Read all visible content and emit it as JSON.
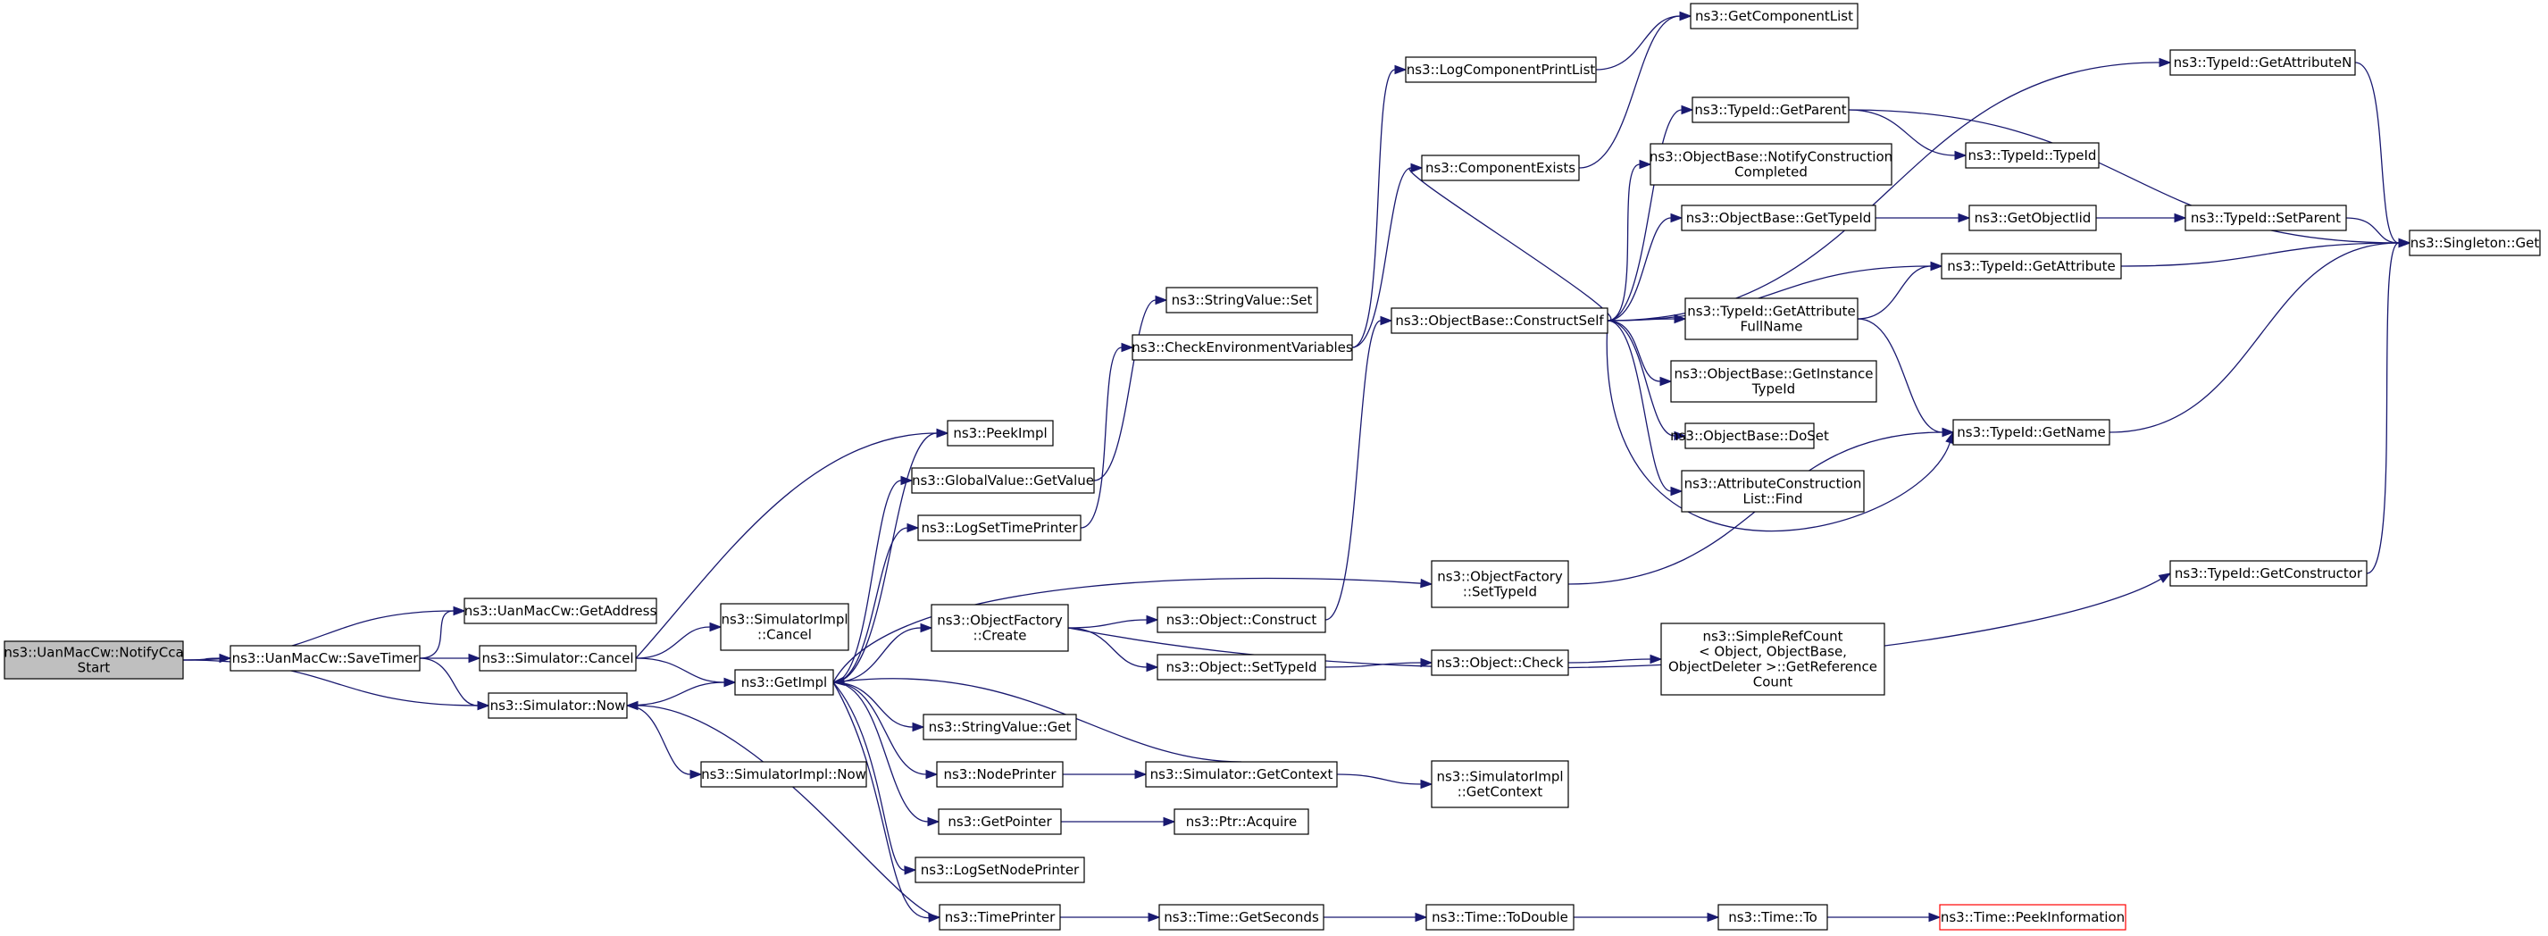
{
  "colors": {
    "edge": "#191970",
    "root_fill": "#bfbfbf",
    "node_border": "#000000",
    "truncated_border": "#ff0000"
  },
  "nodes": {
    "root": {
      "lines": [
        "ns3::UanMacCw::NotifyCca",
        "Start"
      ],
      "root": true
    },
    "savetimer": {
      "lines": [
        "ns3::UanMacCw::SaveTimer"
      ]
    },
    "getaddress": {
      "lines": [
        "ns3::UanMacCw::GetAddress"
      ]
    },
    "simcancel": {
      "lines": [
        "ns3::Simulator::Cancel"
      ]
    },
    "simnow": {
      "lines": [
        "ns3::Simulator::Now"
      ]
    },
    "simimplcancel": {
      "lines": [
        "ns3::SimulatorImpl",
        "::Cancel"
      ]
    },
    "getimpl": {
      "lines": [
        "ns3::GetImpl"
      ]
    },
    "simimplnow": {
      "lines": [
        "ns3::SimulatorImpl::Now"
      ]
    },
    "peekimpl": {
      "lines": [
        "ns3::PeekImpl"
      ]
    },
    "gvgetvalue": {
      "lines": [
        "ns3::GlobalValue::GetValue"
      ]
    },
    "logsettimeprinter": {
      "lines": [
        "ns3::LogSetTimePrinter"
      ]
    },
    "objfactorycreate": {
      "lines": [
        "ns3::ObjectFactory",
        "::Create"
      ]
    },
    "stringvalueget": {
      "lines": [
        "ns3::StringValue::Get"
      ]
    },
    "nodeprinter": {
      "lines": [
        "ns3::NodePrinter"
      ]
    },
    "getpointer": {
      "lines": [
        "ns3::GetPointer"
      ]
    },
    "logsetnodeprinter": {
      "lines": [
        "ns3::LogSetNodePrinter"
      ]
    },
    "timeprinter": {
      "lines": [
        "ns3::TimePrinter"
      ]
    },
    "stringvalueset": {
      "lines": [
        "ns3::StringValue::Set"
      ]
    },
    "checkenv": {
      "lines": [
        "ns3::CheckEnvironmentVariables"
      ]
    },
    "objconstruct": {
      "lines": [
        "ns3::Object::Construct"
      ]
    },
    "objsettypeid": {
      "lines": [
        "ns3::Object::SetTypeId"
      ]
    },
    "simgetcontext": {
      "lines": [
        "ns3::Simulator::GetContext"
      ]
    },
    "ptracquire": {
      "lines": [
        "ns3::Ptr::Acquire"
      ]
    },
    "timegetseconds": {
      "lines": [
        "ns3::Time::GetSeconds"
      ]
    },
    "logcomponentprintlist": {
      "lines": [
        "ns3::LogComponentPrintList"
      ]
    },
    "componentexists": {
      "lines": [
        "ns3::ComponentExists"
      ]
    },
    "constructself": {
      "lines": [
        "ns3::ObjectBase::ConstructSelf"
      ]
    },
    "objfactorysettypeid": {
      "lines": [
        "ns3::ObjectFactory",
        "::SetTypeId"
      ]
    },
    "objectcheck": {
      "lines": [
        "ns3::Object::Check"
      ]
    },
    "simimplgetcontext": {
      "lines": [
        "ns3::SimulatorImpl",
        "::GetContext"
      ]
    },
    "timetodouble": {
      "lines": [
        "ns3::Time::ToDouble"
      ]
    },
    "getcomponentlist": {
      "lines": [
        "ns3::GetComponentList"
      ]
    },
    "typeidgetparent": {
      "lines": [
        "ns3::TypeId::GetParent"
      ]
    },
    "notifyconstruction": {
      "lines": [
        "ns3::ObjectBase::NotifyConstruction",
        "Completed"
      ]
    },
    "obgettypeid": {
      "lines": [
        "ns3::ObjectBase::GetTypeId"
      ]
    },
    "getattributefullname": {
      "lines": [
        "ns3::TypeId::GetAttribute",
        "FullName"
      ]
    },
    "getinstancetypeid": {
      "lines": [
        "ns3::ObjectBase::GetInstance",
        "TypeId"
      ]
    },
    "obdoset": {
      "lines": [
        "ns3::ObjectBase::DoSet"
      ]
    },
    "attrconstructionfind": {
      "lines": [
        "ns3::AttributeConstruction",
        "List::Find"
      ]
    },
    "simplerefcount": {
      "lines": [
        "ns3::SimpleRefCount",
        "< Object, ObjectBase,",
        " ObjectDeleter >::GetReference",
        "Count"
      ]
    },
    "timeto": {
      "lines": [
        "ns3::Time::To"
      ]
    },
    "typeidtypeid": {
      "lines": [
        "ns3::TypeId::TypeId"
      ]
    },
    "getobjectiid": {
      "lines": [
        "ns3::GetObjectIid"
      ]
    },
    "typeidgetattribute": {
      "lines": [
        "ns3::TypeId::GetAttribute"
      ]
    },
    "typeidgetname": {
      "lines": [
        "ns3::TypeId::GetName"
      ]
    },
    "typeidgetconstructor": {
      "lines": [
        "ns3::TypeId::GetConstructor"
      ]
    },
    "timepeekinformation": {
      "lines": [
        "ns3::Time::PeekInformation"
      ],
      "truncated": true
    },
    "typeidgetattributen": {
      "lines": [
        "ns3::TypeId::GetAttributeN"
      ]
    },
    "typeidsetparent": {
      "lines": [
        "ns3::TypeId::SetParent"
      ]
    },
    "singletonget": {
      "lines": [
        "ns3::Singleton::Get"
      ]
    }
  },
  "edges": [
    [
      "root",
      "getaddress"
    ],
    [
      "root",
      "savetimer"
    ],
    [
      "root",
      "simnow"
    ],
    [
      "savetimer",
      "getaddress"
    ],
    [
      "savetimer",
      "simcancel"
    ],
    [
      "savetimer",
      "simnow"
    ],
    [
      "simcancel",
      "simimplcancel"
    ],
    [
      "simcancel",
      "getimpl"
    ],
    [
      "simcancel",
      "peekimpl"
    ],
    [
      "simnow",
      "getimpl"
    ],
    [
      "simnow",
      "simimplnow"
    ],
    [
      "getimpl",
      "peekimpl"
    ],
    [
      "getimpl",
      "gvgetvalue"
    ],
    [
      "getimpl",
      "logsettimeprinter"
    ],
    [
      "getimpl",
      "objfactorycreate"
    ],
    [
      "getimpl",
      "objfactorysettypeid"
    ],
    [
      "getimpl",
      "stringvalueget"
    ],
    [
      "getimpl",
      "nodeprinter"
    ],
    [
      "getimpl",
      "getpointer"
    ],
    [
      "getimpl",
      "logsetnodeprinter"
    ],
    [
      "getimpl",
      "timeprinter"
    ],
    [
      "gvgetvalue",
      "stringvalueset"
    ],
    [
      "logsettimeprinter",
      "checkenv"
    ],
    [
      "checkenv",
      "logcomponentprintlist"
    ],
    [
      "checkenv",
      "componentexists"
    ],
    [
      "logcomponentprintlist",
      "getcomponentlist"
    ],
    [
      "componentexists",
      "getcomponentlist"
    ],
    [
      "objfactorycreate",
      "objconstruct"
    ],
    [
      "objfactorycreate",
      "objsettypeid"
    ],
    [
      "objfactorycreate",
      "typeidgetconstructor"
    ],
    [
      "objconstruct",
      "constructself"
    ],
    [
      "objsettypeid",
      "objectcheck"
    ],
    [
      "objectcheck",
      "simplerefcount"
    ],
    [
      "nodeprinter",
      "simgetcontext"
    ],
    [
      "simgetcontext",
      "getimpl"
    ],
    [
      "simgetcontext",
      "simimplgetcontext"
    ],
    [
      "getpointer",
      "ptracquire"
    ],
    [
      "timeprinter",
      "simnow"
    ],
    [
      "timeprinter",
      "timegetseconds"
    ],
    [
      "timegetseconds",
      "timetodouble"
    ],
    [
      "timetodouble",
      "timeto"
    ],
    [
      "timeto",
      "timepeekinformation"
    ],
    [
      "constructself",
      "componentexists"
    ],
    [
      "constructself",
      "typeidgetattributen"
    ],
    [
      "constructself",
      "typeidgetparent"
    ],
    [
      "constructself",
      "notifyconstruction"
    ],
    [
      "constructself",
      "obgettypeid"
    ],
    [
      "constructself",
      "typeidgetattribute"
    ],
    [
      "constructself",
      "getattributefullname"
    ],
    [
      "constructself",
      "getinstancetypeid"
    ],
    [
      "constructself",
      "obdoset"
    ],
    [
      "constructself",
      "attrconstructionfind"
    ],
    [
      "constructself",
      "typeidgetname"
    ],
    [
      "objfactorysettypeid",
      "typeidgetname"
    ],
    [
      "typeidgetparent",
      "typeidtypeid"
    ],
    [
      "typeidgetparent",
      "singletonget"
    ],
    [
      "obgettypeid",
      "getobjectiid"
    ],
    [
      "getobjectiid",
      "typeidsetparent"
    ],
    [
      "typeidsetparent",
      "singletonget"
    ],
    [
      "getattributefullname",
      "typeidgetattribute"
    ],
    [
      "getattributefullname",
      "typeidgetname"
    ],
    [
      "typeidgetattribute",
      "singletonget"
    ],
    [
      "typeidgetname",
      "singletonget"
    ],
    [
      "typeidgetattributen",
      "singletonget"
    ],
    [
      "typeidgetconstructor",
      "singletonget"
    ]
  ]
}
